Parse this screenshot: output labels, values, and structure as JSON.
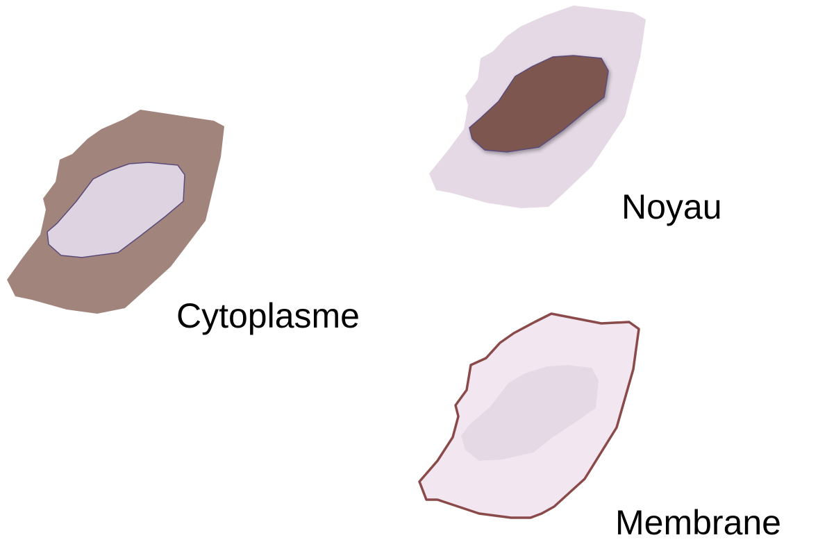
{
  "labels": {
    "cytoplasme": "Cytoplasme",
    "noyau": "Noyau",
    "membrane": "Membrane"
  },
  "colors": {
    "cytoplasm_highlight": "#a1857d",
    "nucleus_highlight": "#7d5650",
    "cell_pale": "#e4d9e5",
    "nucleus_pale": "#ddd3e1",
    "membrane_stroke": "#8a4a4a",
    "membrane_fill": "#f2e7f1",
    "nucleus_outline": "#5a4a7a"
  }
}
